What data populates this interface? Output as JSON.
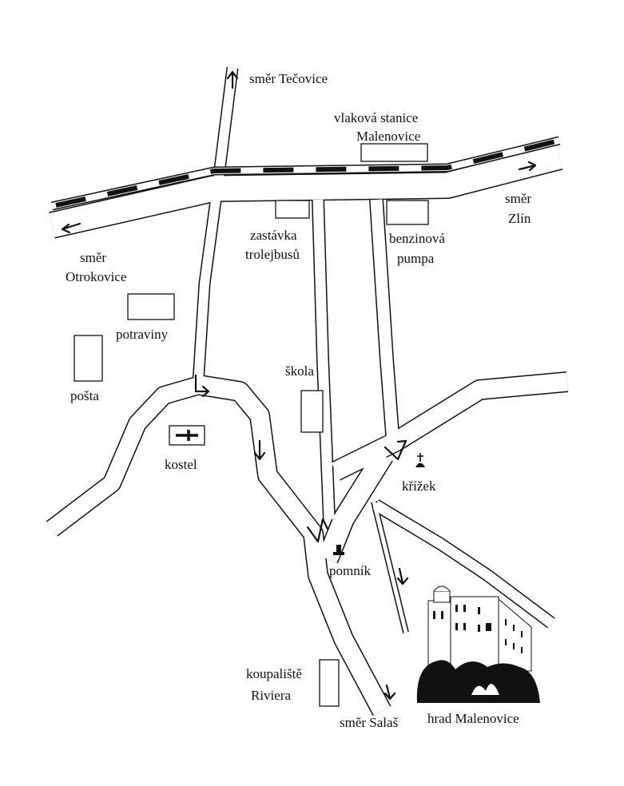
{
  "map": {
    "labels": {
      "tecovice": "směr Tečovice",
      "station_line1": "vlaková stanice",
      "station_line2": "Malenovice",
      "zlin_line1": "směr",
      "zlin_line2": "Zlín",
      "trolley_line1": "zastávka",
      "trolley_line2": "trolejbusů",
      "pump_line1": "benzinová",
      "pump_line2": "pumpa",
      "otrokovice_line1": "směr",
      "otrokovice_line2": "Otrokovice",
      "grocery": "potraviny",
      "post": "pošta",
      "school": "škola",
      "church": "kostel",
      "cross": "křížek",
      "monument": "pomník",
      "pool_line1": "koupaliště",
      "pool_line2": "Riviera",
      "salas": "směr Salaš",
      "castle": "hrad Malenovice"
    },
    "colors": {
      "ink": "#111111",
      "paper": "#ffffff"
    }
  }
}
